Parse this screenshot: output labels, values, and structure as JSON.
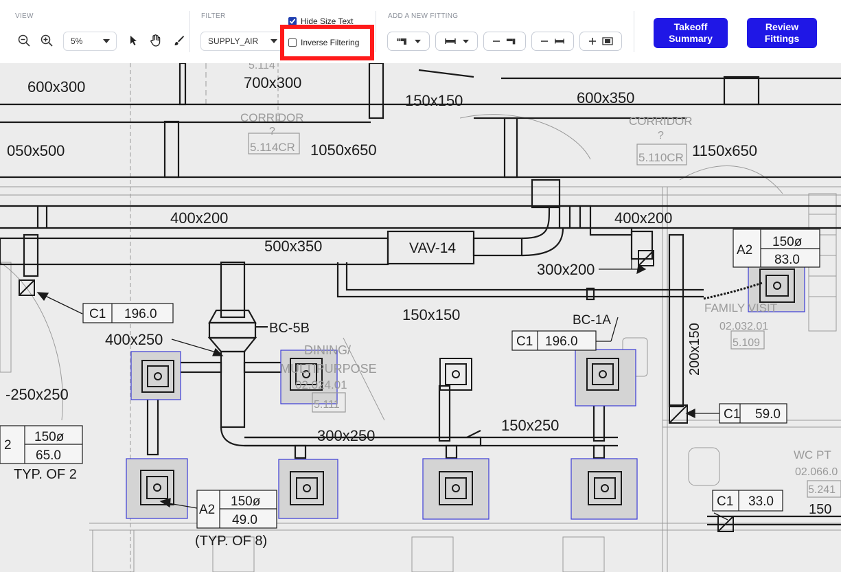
{
  "toolbar": {
    "view": {
      "title": "VIEW",
      "zoom_value": "5%",
      "icons": [
        "zoom-out-icon",
        "zoom-in-icon",
        "pointer-icon",
        "pan-hand-icon",
        "brush-icon"
      ]
    },
    "filter": {
      "title": "FILTER",
      "value": "SUPPLY_AIR",
      "hide_size_text": "Hide Size Text",
      "hide_size_text_checked": true,
      "inverse_filtering": "Inverse Filtering",
      "inverse_filtering_checked": false
    },
    "add_fitting": {
      "title": "ADD A NEW FITTING"
    },
    "takeoff_summary": {
      "line1": "Takeoff",
      "line2": "Summary"
    },
    "review_fittings": {
      "line1": "Review",
      "line2": "Fittings"
    },
    "accent": "#1f17e6",
    "highlight_color": "#ff1a1a"
  },
  "drawing": {
    "duct_labels": {
      "d600x300": "600x300",
      "d700x300": "700x300",
      "d150x150_top": "150x150",
      "d600x350": "600x350",
      "d1050x500": "050x500",
      "d1050x650": "1050x650",
      "d1150x650": "1150x650",
      "d400x200_left": "400x200",
      "d400x200_right": "400x200",
      "d500x350": "500x350",
      "vav14": "VAV-14",
      "d300x200": "300x200",
      "d150x150_mid": "150x150",
      "bc5b": "BC-5B",
      "bc1a": "BC-1A",
      "d400x250": "400x250",
      "d250x250": "-250x250",
      "d300x250": "300x250",
      "d150x250": "150x250",
      "d200x150": "200x150",
      "typ2": "TYP. OF 2",
      "typ8": "(TYP. OF 8)"
    },
    "room_labels": {
      "corridor_left": "CORRIDOR",
      "corridor_left_q": "?",
      "corridor_left_num": "5.114CR",
      "corridor_right": "CORRIDOR",
      "corridor_right_q": "?",
      "corridor_right_num": "5.110CR",
      "dining_1": "DINING/",
      "dining_2": "MULTIPURPOSE",
      "dining_3": "02.024.01",
      "dining_num": "5.111",
      "family_1": "FAMILY VISIT",
      "family_2": "02.032.01",
      "family_num": "5.109",
      "wc_1": "WC PT",
      "wc_2": "02.066.0",
      "wc_num": "5.241",
      "top_cut": "5.114"
    },
    "tags": {
      "c1_left": {
        "type": "C1",
        "value": "196.0"
      },
      "c1_mid": {
        "type": "C1",
        "value": "196.0"
      },
      "c1_right": {
        "type": "C1",
        "value": "59.0"
      },
      "c1_bottom": {
        "type": "C1",
        "value": "33.0"
      },
      "a2_right": {
        "type": "A2",
        "size": "150ø",
        "value": "83.0"
      },
      "a2_left": {
        "type": "2",
        "size": "150ø",
        "value": "65.0"
      },
      "a2_bottom": {
        "type": "A2",
        "size": "150ø",
        "value": "49.0"
      },
      "cut_150": "150"
    }
  }
}
